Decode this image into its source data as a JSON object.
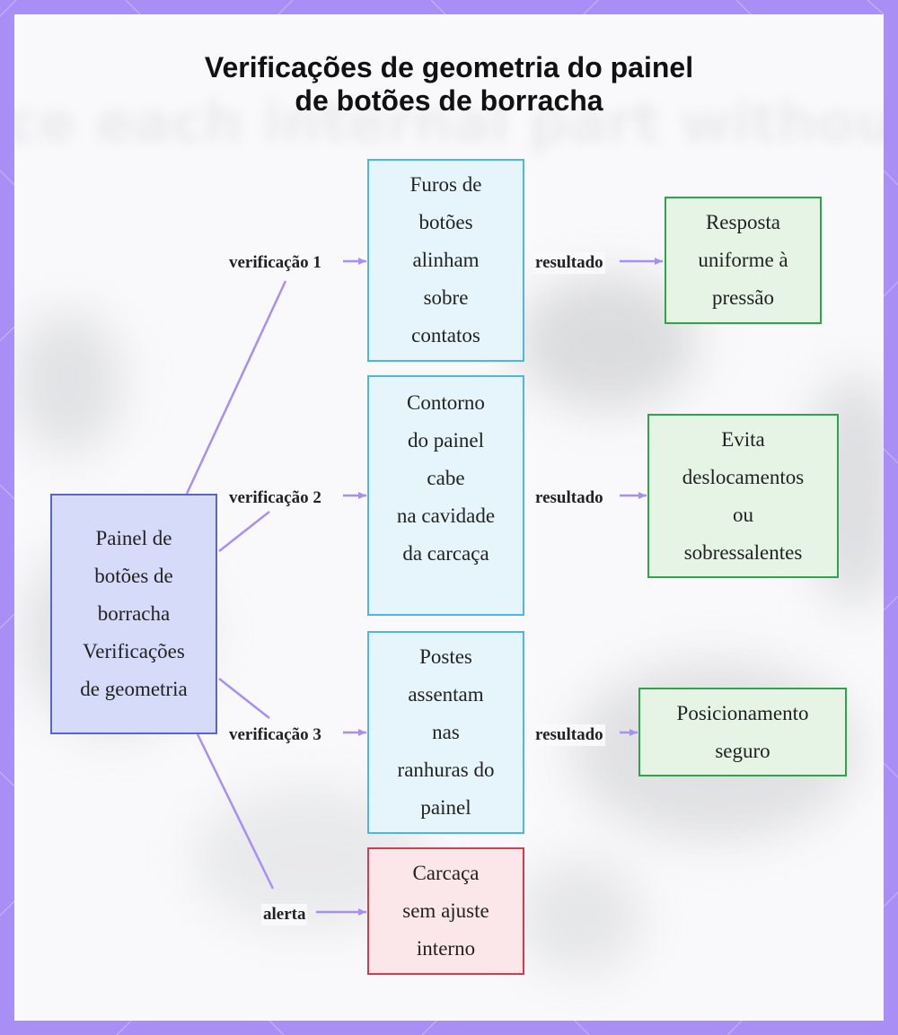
{
  "title": {
    "line1": "Verificações de geometria do painel",
    "line2": "de botões de borracha"
  },
  "root": {
    "lines": [
      "Painel de",
      "botões de",
      "borracha",
      "Verificações",
      "de geometria"
    ]
  },
  "checks": [
    {
      "lines": [
        "Furos de",
        "botões",
        "alinham",
        "sobre",
        "contatos"
      ]
    },
    {
      "lines": [
        "Contorno",
        "do painel",
        "cabe",
        "na cavidade",
        "da carcaça"
      ]
    },
    {
      "lines": [
        "Postes",
        "assentam",
        "nas",
        "ranhuras do",
        "painel"
      ]
    }
  ],
  "alert_node": {
    "lines": [
      "Carcaça",
      "sem ajuste",
      "interno"
    ]
  },
  "results": [
    {
      "lines": [
        "Resposta",
        "uniforme à",
        "pressão"
      ]
    },
    {
      "lines": [
        "Evita",
        "deslocamentos",
        "ou",
        "sobressalentes"
      ]
    },
    {
      "lines": [
        "Posicionamento",
        "seguro"
      ]
    }
  ],
  "edges": {
    "check1": "verificação 1",
    "check2": "verificação 2",
    "check3": "verificação 3",
    "alert": "alerta",
    "result1": "resultado",
    "result2": "resultado",
    "result3": "resultado"
  },
  "colors": {
    "frame": "#a98ef6",
    "connector": "#a98ef6",
    "root_fill": "#d7dbfa",
    "root_border": "#5964cf",
    "check_fill": "#e6f5fb",
    "check_border": "#4bb8dd",
    "result_fill": "#e6f4e6",
    "result_border": "#2fa54a",
    "alert_fill": "#fbe6ea",
    "alert_border": "#d23c50"
  }
}
